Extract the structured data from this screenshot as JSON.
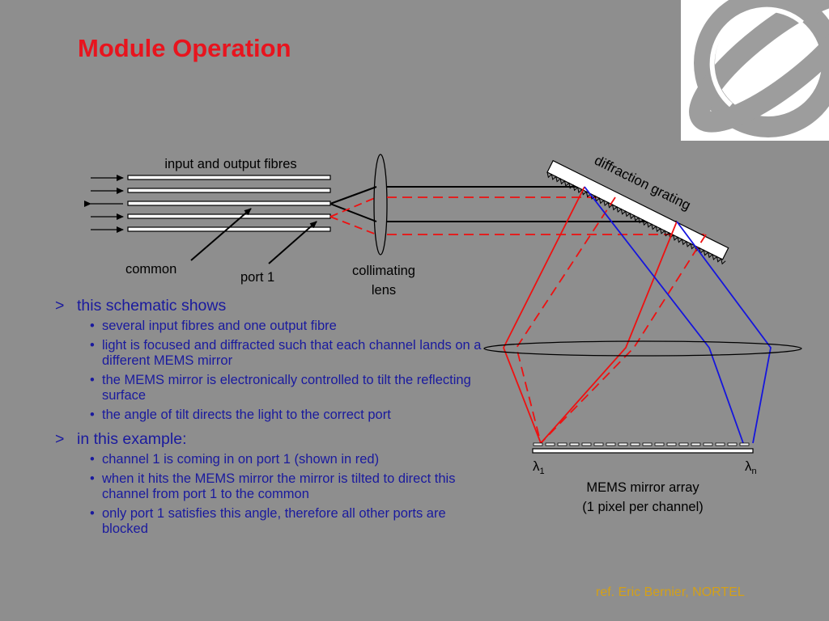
{
  "slide": {
    "title": "Module Operation",
    "reference": "ref. Eric Bernier, NORTEL"
  },
  "colors": {
    "background": "#8e8e8e",
    "title": "#e8141e",
    "bullet_text": "#1a1a9e",
    "reference": "#d4a017",
    "red_ray": "#ee1111",
    "blue_ray": "#1515dd"
  },
  "diagram": {
    "labels": {
      "fibres": "input and output fibres",
      "common": "common",
      "port1": "port 1",
      "lens_line1": "collimating",
      "lens_line2": "lens",
      "grating": "diffraction grating",
      "lambda_1_sub": "1",
      "lambda_n_sub": "n",
      "mems_line1": "MEMS mirror array",
      "mems_line2": "(1 pixel per channel)"
    },
    "arrow_directions": [
      "in",
      "in",
      "out",
      "in",
      "in"
    ]
  },
  "bullets": [
    {
      "marker": ">",
      "text": "this schematic shows",
      "items": [
        "several input fibres and one output fibre",
        "light is focused and diffracted such that each channel lands on a different MEMS mirror",
        "the MEMS mirror is electronically controlled to tilt the reflecting surface",
        "the angle of tilt directs the light to the correct port"
      ]
    },
    {
      "marker": ">",
      "text": "in this example:",
      "items": [
        "channel 1 is coming in on port 1 (shown in red)",
        "when it hits the MEMS mirror the mirror is tilted to direct this channel from port 1 to the common",
        "only port 1 satisfies this angle, therefore all other ports are blocked"
      ]
    }
  ]
}
